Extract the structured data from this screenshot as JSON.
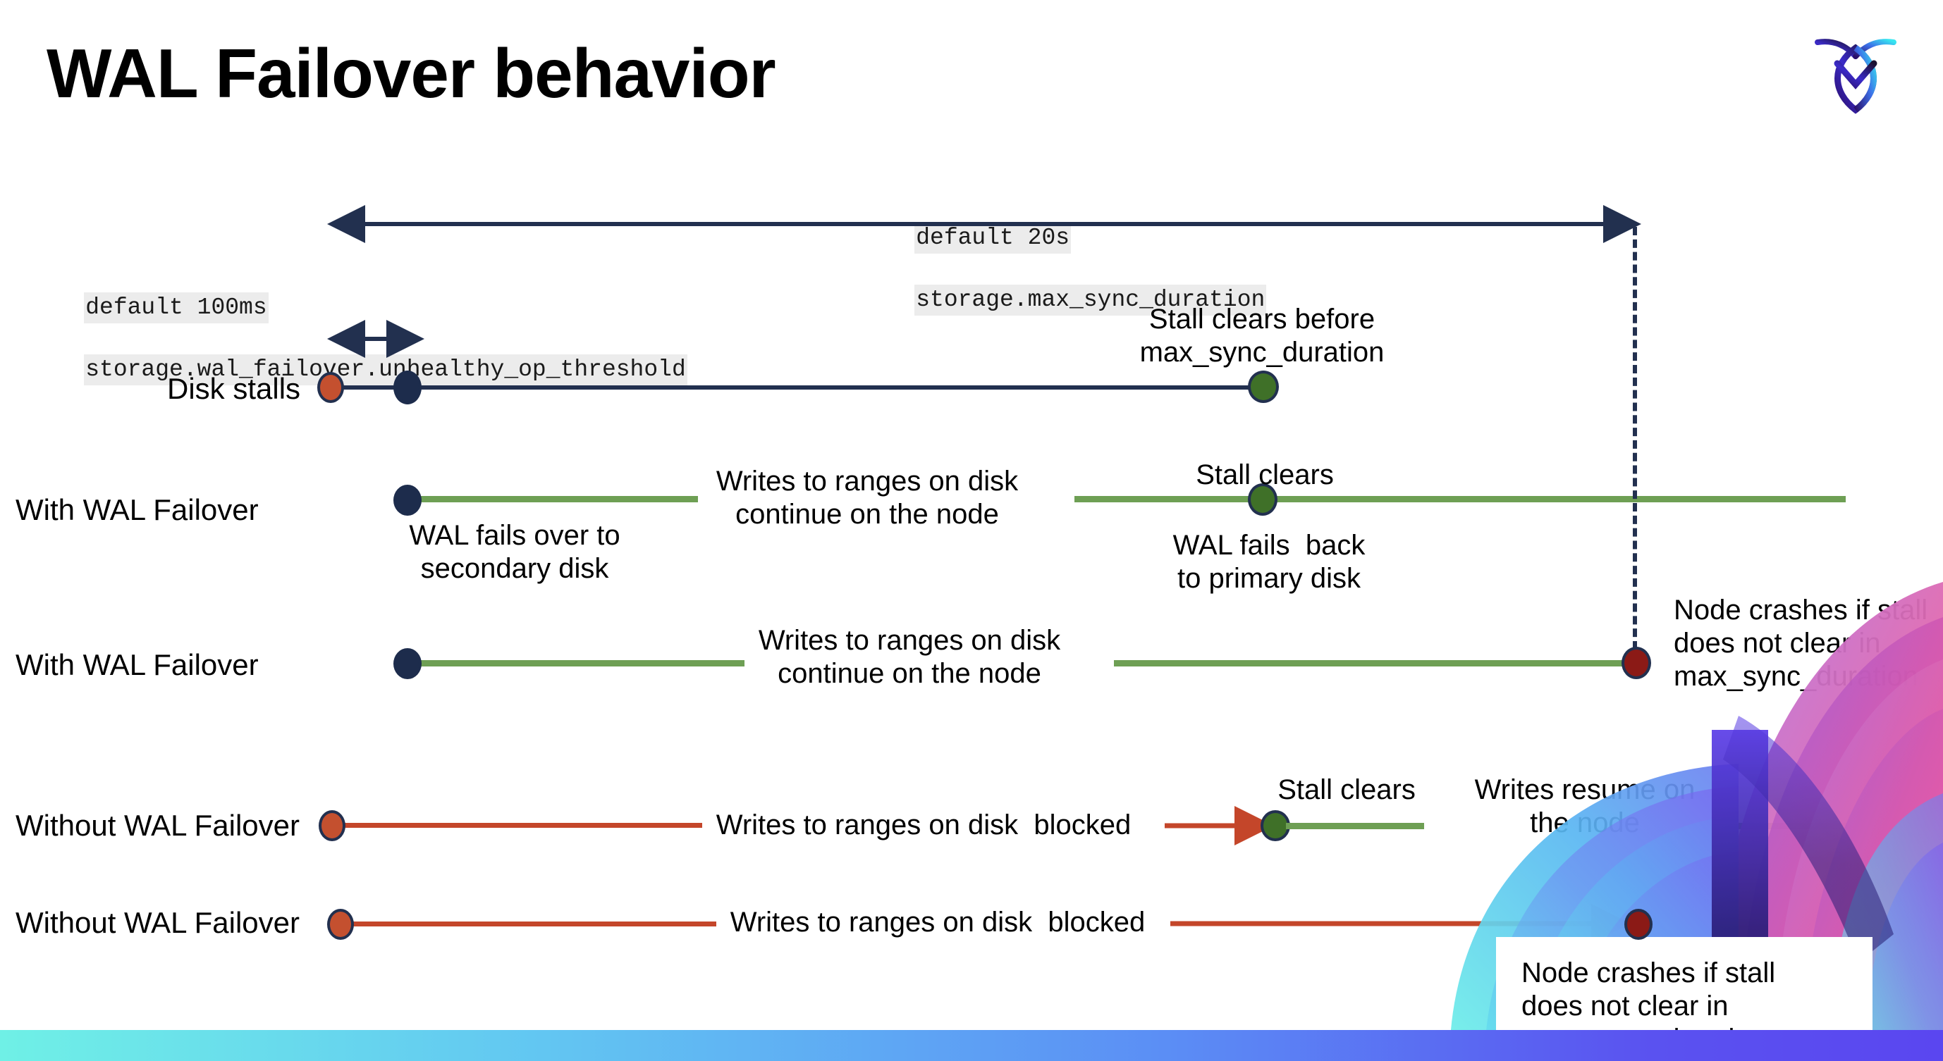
{
  "slide": {
    "title": "WAL Failover behavior",
    "logo_name": "cockroachdb-logo"
  },
  "colors": {
    "navy": "#22304f",
    "green_line": "#6e9f54",
    "orange_line": "#c4462a",
    "dot_orange": "#c4502f",
    "dot_navy": "#1d2c4c",
    "dot_green": "#3f7028",
    "dot_darkred": "#8b1a16",
    "code_bg": "#ececec",
    "bar_gradient_start": "#6ff0e6",
    "bar_gradient_end": "#5a46f0"
  },
  "settings": {
    "max_sync_duration": {
      "default": "default 20s",
      "name": "storage.max_sync_duration"
    },
    "unhealthy_op_threshold": {
      "default": "default 100ms",
      "name": "storage.wal_failover.unhealthy_op_threshold"
    }
  },
  "rows": [
    {
      "id": "disk-stalls",
      "label": "Disk stalls",
      "annotations": [
        "Stall clears before\nmax_sync_duration"
      ]
    },
    {
      "id": "with-wal-failover-1",
      "label": "With WAL Failover",
      "annotations": [
        "WAL fails over to\nsecondary disk",
        "Writes to ranges on disk\ncontinue on the node",
        "Stall clears",
        "WAL fails  back\nto primary disk"
      ]
    },
    {
      "id": "with-wal-failover-2",
      "label": "With WAL Failover",
      "annotations": [
        "Writes to ranges on disk\ncontinue on the node",
        "Node crashes if stall\ndoes not clear in\nmax_sync_duration"
      ]
    },
    {
      "id": "without-wal-failover-1",
      "label": "Without WAL Failover",
      "annotations": [
        "Writes to ranges on disk  blocked",
        "Stall clears",
        "Writes resume on\nthe node"
      ]
    },
    {
      "id": "without-wal-failover-2",
      "label": "Without WAL Failover",
      "annotations": [
        "Writes to ranges on disk  blocked",
        "Node crashes if stall\ndoes not clear in\nmax_sync_duration"
      ]
    }
  ],
  "annotations": {
    "stall_clears_before": "Stall clears before\nmax_sync_duration",
    "wal_fails_over": "WAL fails over to\nsecondary disk",
    "writes_continue_1": "Writes to ranges on disk\ncontinue on the node",
    "stall_clears_2": "Stall clears",
    "wal_fails_back": "WAL fails  back\nto primary disk",
    "writes_continue_2": "Writes to ranges on disk\ncontinue on the node",
    "node_crashes_1": "Node crashes if stall\ndoes not clear in\nmax_sync_duration",
    "writes_blocked_1": "Writes to ranges on disk  blocked",
    "stall_clears_3": "Stall clears",
    "writes_resume": "Writes resume on\nthe node",
    "writes_blocked_2": "Writes to ranges on disk  blocked",
    "node_crashes_2": "Node crashes if stall\ndoes not clear in\nmax_sync_duration"
  }
}
